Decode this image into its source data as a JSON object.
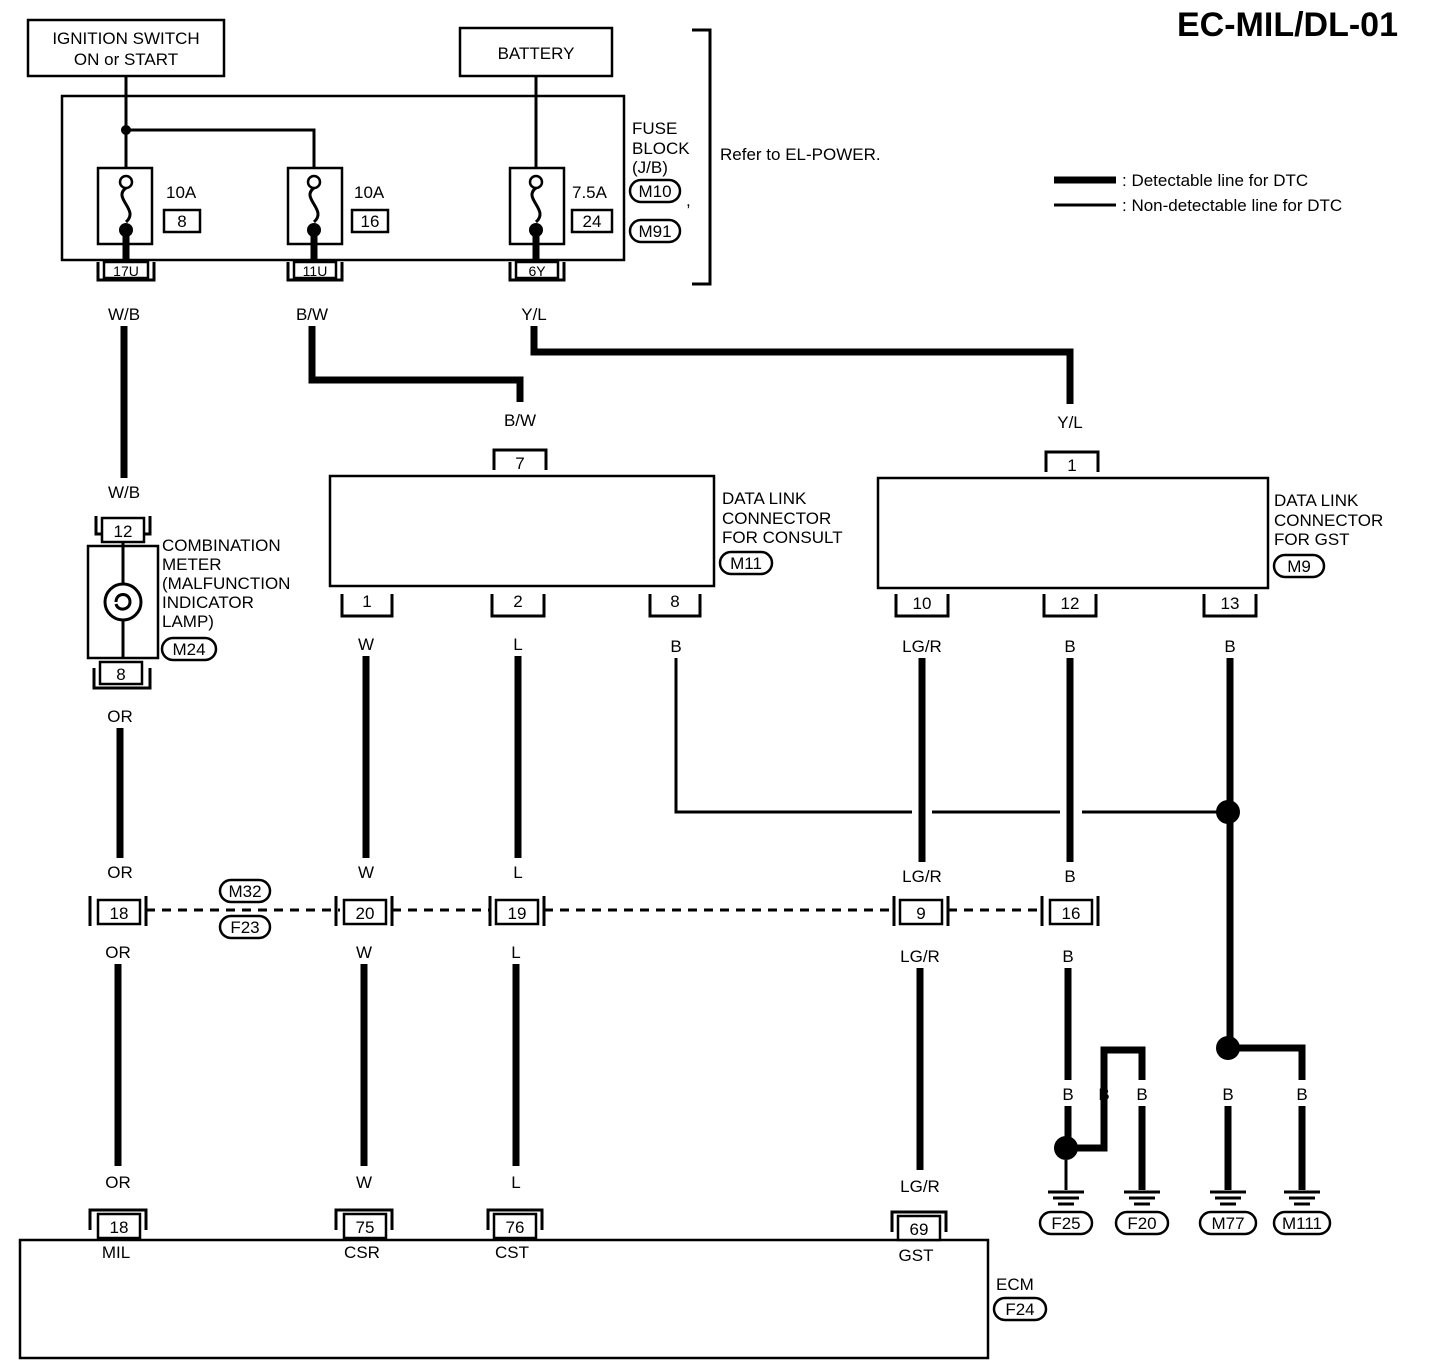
{
  "title": "EC-MIL/DL-01",
  "sources": {
    "ignition_line1": "IGNITION SWITCH",
    "ignition_line2": "ON or START",
    "battery": "BATTERY"
  },
  "fuse_block": {
    "label_line1": "FUSE",
    "label_line2": "BLOCK",
    "label_line3": "(J/B)",
    "connectors": [
      "M10",
      "M91"
    ],
    "refer": "Refer to EL-POWER.",
    "fuses": [
      {
        "rating": "10A",
        "number": "8",
        "terminal": "17U"
      },
      {
        "rating": "10A",
        "number": "16",
        "terminal": "11U"
      },
      {
        "rating": "7.5A",
        "number": "24",
        "terminal": "6Y"
      }
    ]
  },
  "legend": {
    "detectable": ": Detectable line for DTC",
    "non_detectable": ": Non-detectable line for DTC"
  },
  "combination_meter": {
    "lines": [
      "COMBINATION",
      "METER",
      "(MALFUNCTION",
      "INDICATOR",
      "LAMP)"
    ],
    "connector": "M24",
    "pin_top": "12",
    "pin_bottom": "8"
  },
  "dlc_consult": {
    "lines": [
      "DATA LINK",
      "CONNECTOR",
      "FOR CONSULT"
    ],
    "connector": "M11",
    "top_pin": "7",
    "pins": [
      "1",
      "2",
      "8"
    ]
  },
  "dlc_gst": {
    "lines": [
      "DATA LINK",
      "CONNECTOR",
      "FOR GST"
    ],
    "connector": "M9",
    "top_pin": "1",
    "pins": [
      "10",
      "12",
      "13"
    ]
  },
  "joint_connectors": [
    "M32",
    "F23"
  ],
  "joint_pins": [
    "18",
    "20",
    "19",
    "9",
    "16"
  ],
  "wires": {
    "wb": "W/B",
    "bw": "B/W",
    "yl": "Y/L",
    "or": "OR",
    "w": "W",
    "l": "L",
    "b": "B",
    "lgr": "LG/R"
  },
  "grounds": [
    "F25",
    "F20",
    "M77",
    "M111"
  ],
  "ecm": {
    "label": "ECM",
    "connector": "F24",
    "pins": [
      "18",
      "75",
      "76",
      "69"
    ],
    "names": [
      "MIL",
      "CSR",
      "CST",
      "GST"
    ]
  }
}
